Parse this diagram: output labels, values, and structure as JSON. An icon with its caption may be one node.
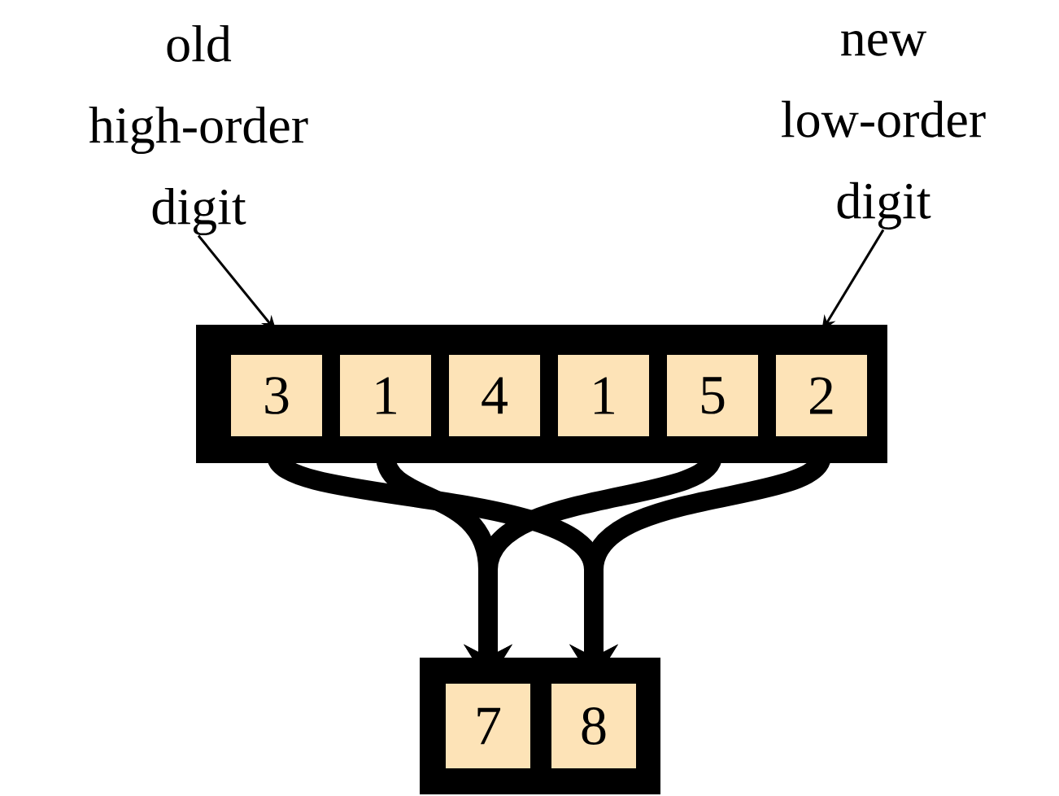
{
  "diagram": {
    "nodes": [
      {
        "text": [
          "old high-order digit"
        ]
      },
      {
        "text": [
          "new low-order digit"
        ]
      },
      {
        "text": [],
        "shape": "box"
      },
      {
        "text": [
          "3"
        ],
        "in": 2
      },
      {
        "text": [
          "1"
        ],
        "in": 2
      },
      {
        "text": [
          "4"
        ],
        "in": 2
      },
      {
        "text": [
          "1"
        ],
        "in": 2
      },
      {
        "text": [
          "5"
        ],
        "in": 2
      },
      {
        "text": [
          "2"
        ],
        "in": 2
      },
      {
        "text": [],
        "shape": "box"
      },
      {
        "text": [
          "7"
        ],
        "in": 9
      },
      {
        "text": [
          "8"
        ],
        "in": 9
      }
    ],
    "edges": [
      {
        "from": 0,
        "to": 3,
        "arrow": "to"
      },
      {
        "from": 1,
        "to": 8,
        "arrow": "to"
      },
      {
        "from": 3,
        "to": 11,
        "arrow": "to"
      },
      {
        "from": 4,
        "to": 10,
        "arrow": "to"
      },
      {
        "from": 7,
        "to": 10,
        "arrow": "to"
      },
      {
        "from": 8,
        "to": 11,
        "arrow": "to"
      }
    ]
  }
}
